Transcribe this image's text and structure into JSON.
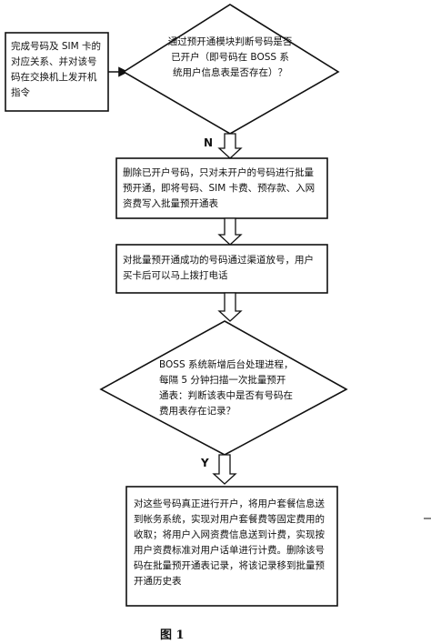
{
  "nodes": {
    "start_box": "完成号码及 SIM 卡的对应关系、并对该号码在交换机上发开机指令",
    "decision_1": "通过预开通模块判断号码是否已开户（即号码在 BOSS 系统用户信息表是否存在）？",
    "box_2": "删除已开户号码，只对未开户的号码进行批量预开通，即将号码、SIM 卡费、预存款、入网资费写入批量预开通表",
    "box_3": "对批量预开通成功的号码通过渠道放号，用户买卡后可以马上拨打电话",
    "decision_2": "BOSS 系统新增后台处理进程，每隔 5 分钟扫描一次批量预开通表：判断该表中是否有号码在费用表存在记录？",
    "box_4": "对这些号码真正进行开户，将用户套餐信息送到帐务系统，实现对用户套餐费等固定费用的收取；将用户入网资费信息送到计费，实现按用户资费标准对用户话单进行计费。删除该号码在批量预开通表记录，将该记录移到批量预开通历史表"
  },
  "edge_labels": {
    "no": "N",
    "yes": "Y"
  },
  "caption": "图 1"
}
